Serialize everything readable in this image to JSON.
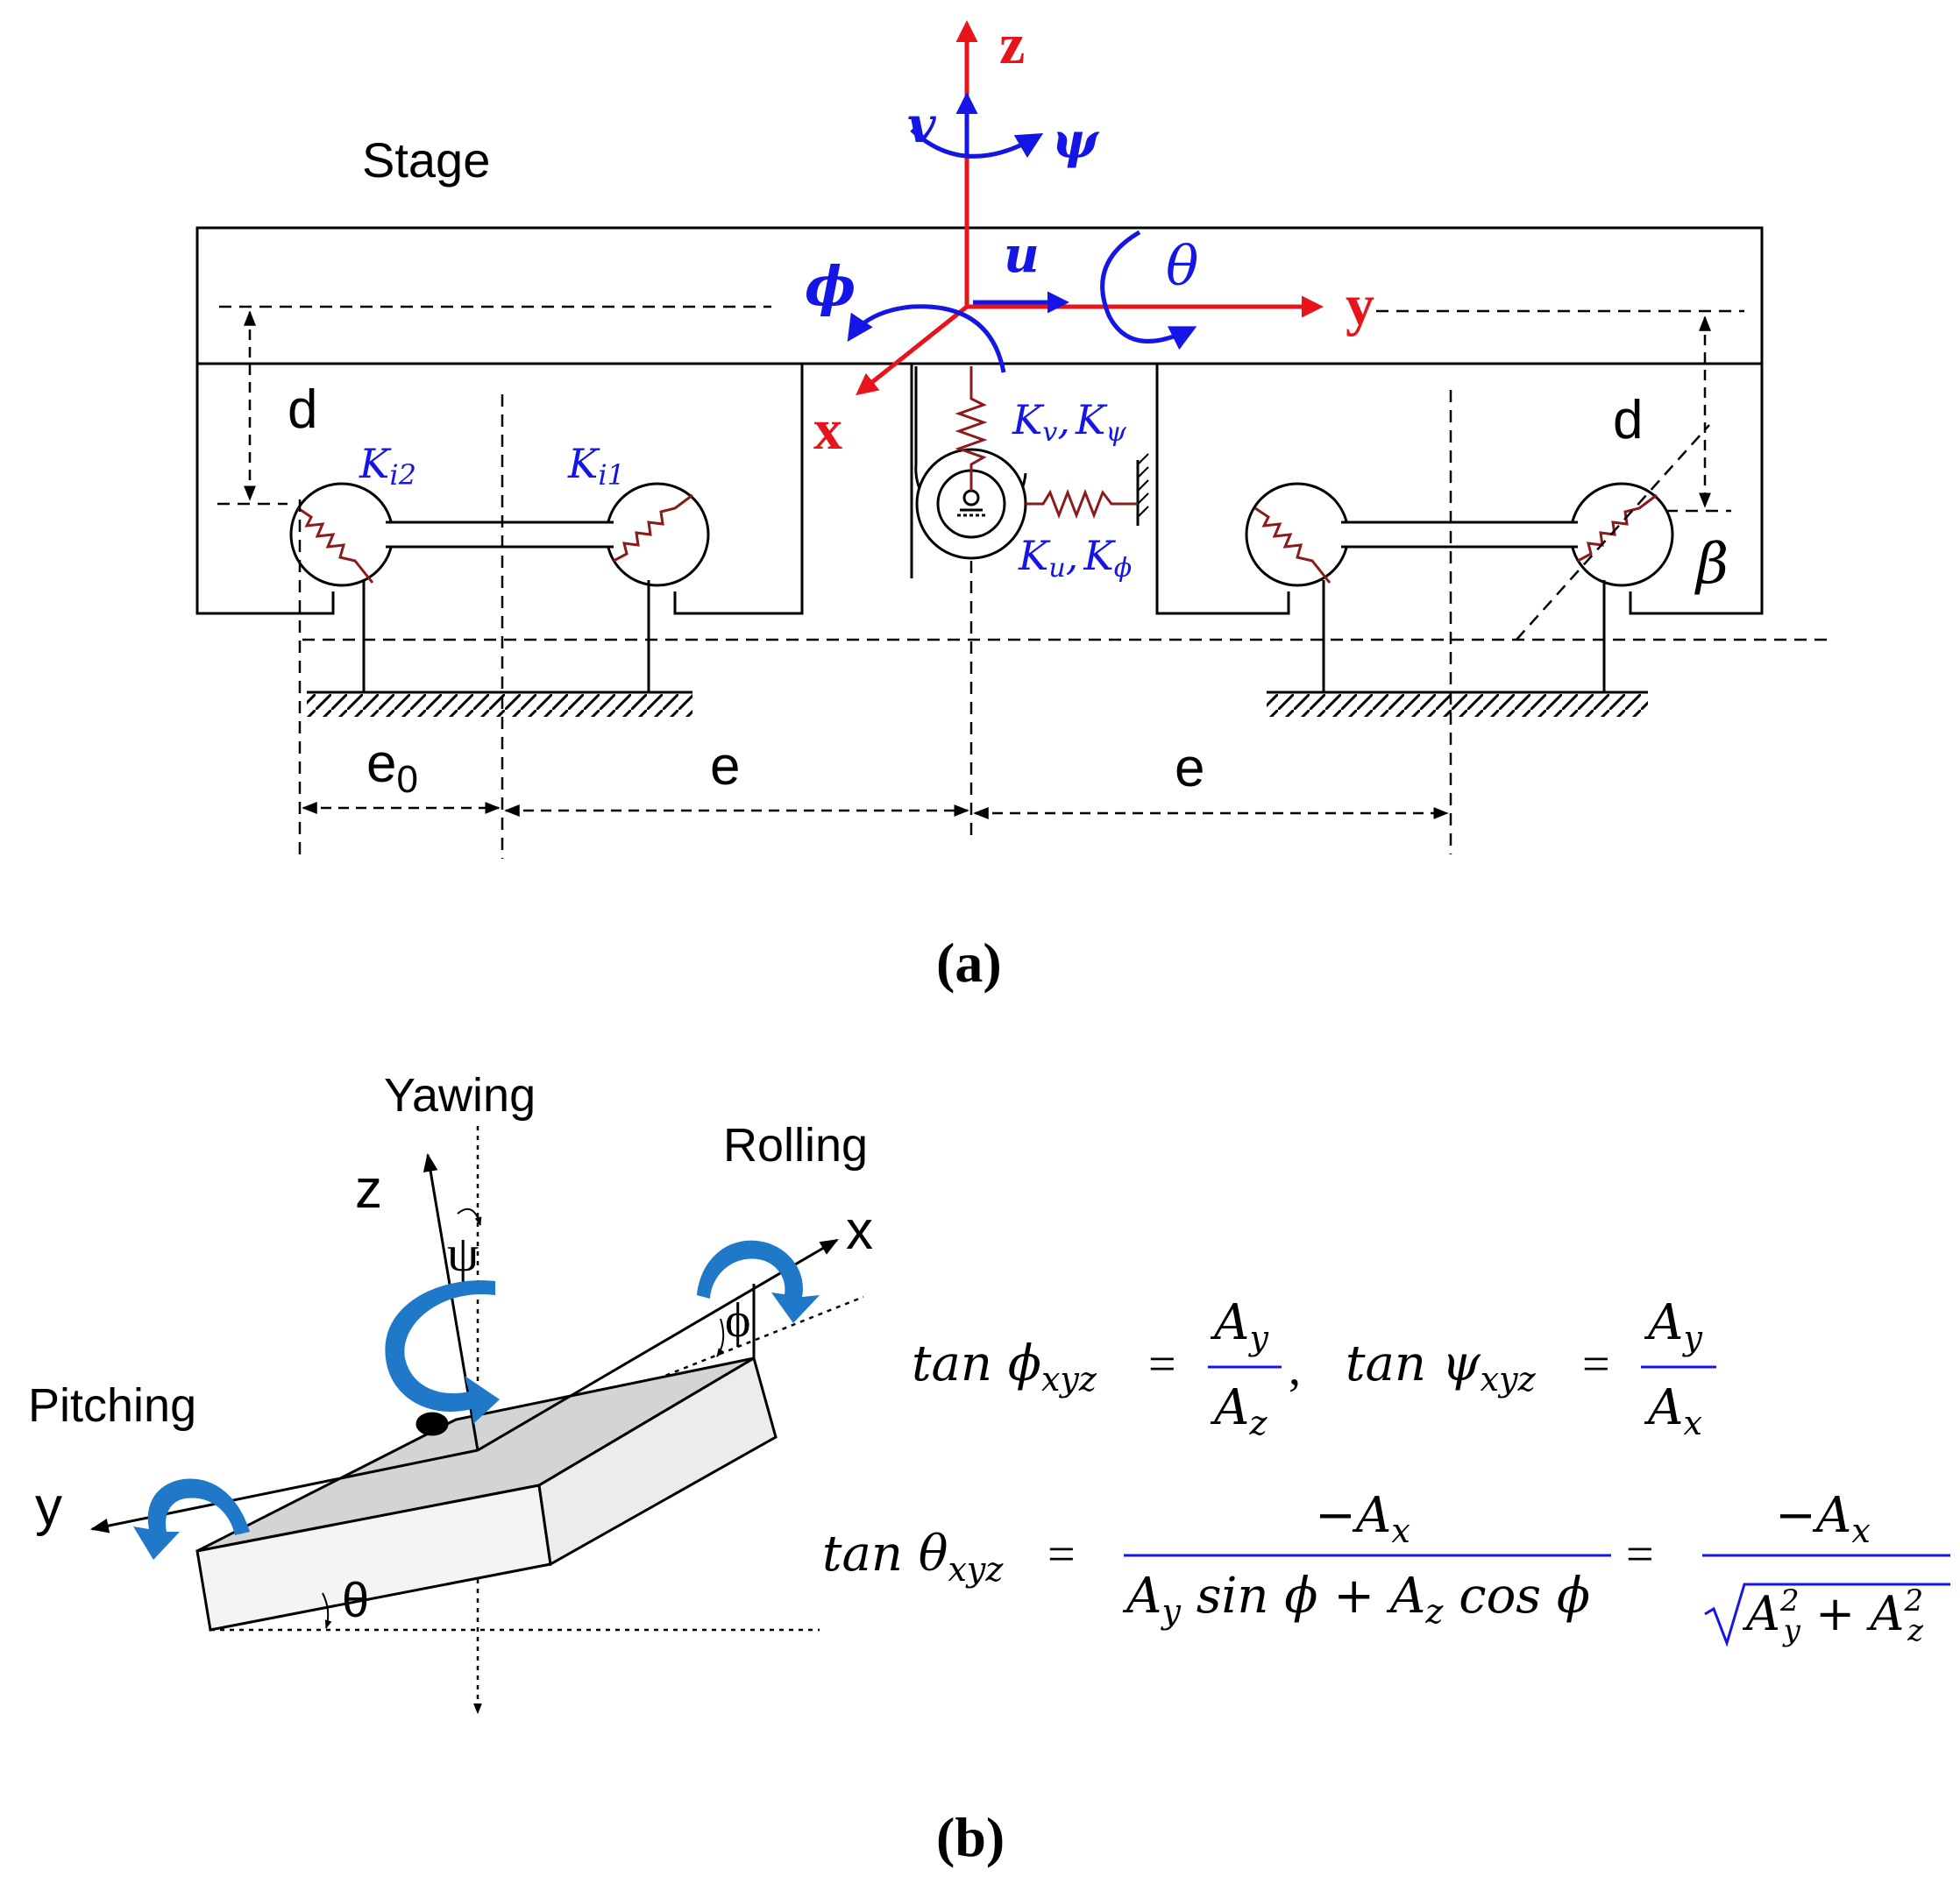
{
  "panel_a": {
    "stage_label": "Stage",
    "axes": {
      "z": "z",
      "y": "y",
      "x": "x"
    },
    "motions": {
      "v": "v",
      "psi": "ψ",
      "u": "u",
      "theta": "θ",
      "phi": "ϕ"
    },
    "springs": {
      "ki2_main": "K",
      "ki2_sub": "i2",
      "ki1_main": "K",
      "ki1_sub": "i1",
      "kv_k1": "K",
      "kv_s1": "v",
      "kv_comma": ",",
      "kv_k2": "K",
      "kv_s2": "ψ",
      "ku_k1": "K",
      "ku_s1": "u",
      "ku_comma": ",",
      "ku_k2": "K",
      "ku_s2": "ϕ"
    },
    "dims": {
      "d_left": "d",
      "d_right": "d",
      "beta": "β",
      "e0_main": "e",
      "e0_sub": "0",
      "e_left": "e",
      "e_right": "e"
    },
    "caption": "(a)",
    "colors": {
      "axis": "#e8141b",
      "motion": "#1515e6",
      "spring": "#8b1a1a",
      "line": "#000000"
    }
  },
  "panel_b": {
    "labels": {
      "yawing": "Yawing",
      "rolling": "Rolling",
      "pitching": "Pitching",
      "z": "z",
      "x": "x",
      "y": "y",
      "psi": "ψ",
      "phi": "ϕ",
      "theta": "θ"
    },
    "eq1": {
      "lhs": "tan ϕ",
      "lhs_sub": "xyz",
      "eq": "=",
      "num": "A",
      "num_sub": "y",
      "den": "A",
      "den_sub": "z",
      "comma": ","
    },
    "eq2": {
      "lhs": "tan ψ",
      "lhs_sub": "xyz",
      "eq": "=",
      "num": "A",
      "num_sub": "y",
      "den": "A",
      "den_sub": "x"
    },
    "eq3": {
      "lhs": "tan θ",
      "lhs_sub": "xyz",
      "eq1": "=",
      "num1": "−A",
      "num1_sub": "x",
      "den1_a": "A",
      "den1_a_sub": "y",
      "den1_b": " sin ϕ + A",
      "den1_b_sub": "z",
      "den1_c": " cos ϕ",
      "eq2": "=",
      "num2": "−A",
      "num2_sub": "x",
      "den2_a": "A",
      "den2_a_sup": "2",
      "den2_a_sub": "y",
      "den2_plus": " + A",
      "den2_b_sup": "2",
      "den2_b_sub": "z"
    },
    "caption": "(b)",
    "colors": {
      "arrow": "#1f78c8",
      "fraction_bar": "#1515e6",
      "box_top": "#d4d4d4",
      "box_side": "#f0f0f0"
    }
  }
}
